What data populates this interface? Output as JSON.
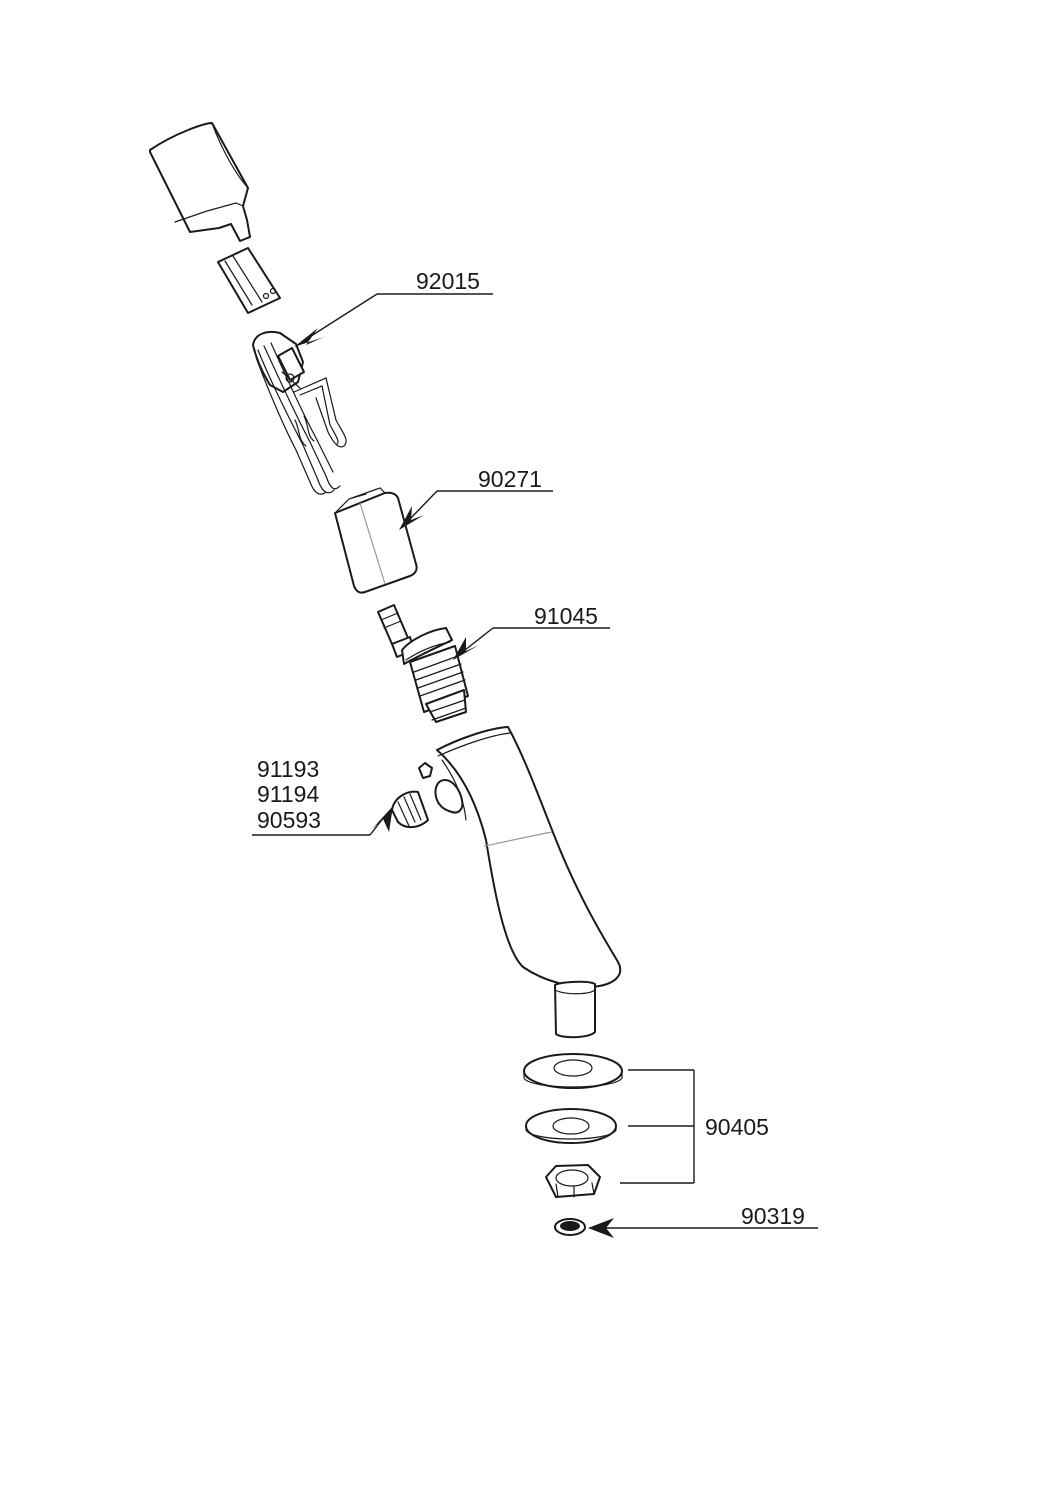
{
  "labels": {
    "p92015": "92015",
    "p90271": "90271",
    "p91045": "91045",
    "p91193": "91193",
    "p91194": "91194",
    "p90593": "90593",
    "p90405": "90405",
    "p90319": "90319"
  }
}
